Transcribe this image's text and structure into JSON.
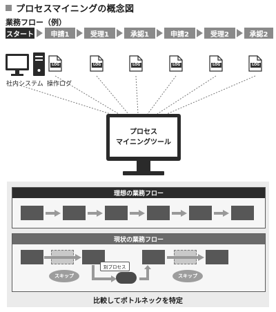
{
  "title": "プロセスマイニングの概念図",
  "flow_label": "業務フロー（例）",
  "steps": [
    "スタート",
    "申請1",
    "受理1",
    "承認1",
    "申請2",
    "受理2",
    "承認2"
  ],
  "log_label": "LOG",
  "sources": {
    "system": "社内システム",
    "operation_log": "操作ログ"
  },
  "tool": {
    "line1": "プロセス",
    "line2": "マイニングツール"
  },
  "ideal": {
    "heading": "理想の業務フロー"
  },
  "current": {
    "heading": "現状の業務フロー",
    "skip_left": "スキップ",
    "skip_right": "スキップ",
    "other_process": "別プロセス"
  },
  "conclusion": "比較してボトルネックを特定",
  "colors": {
    "dark": "#2b2b2b",
    "step_gray": "#8a8a8a",
    "block": "#575757",
    "panel_bg": "#ebebeb"
  }
}
